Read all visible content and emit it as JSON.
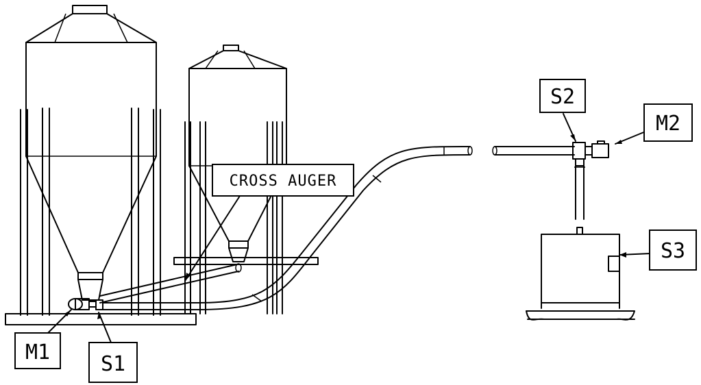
{
  "labels": {
    "m1": "M1",
    "s1": "S1",
    "s2": "S2",
    "m2": "M2",
    "s3": "S3",
    "cross_auger": "CROSS AUGER"
  },
  "colors": {
    "line": "#000000",
    "background": "#ffffff"
  }
}
